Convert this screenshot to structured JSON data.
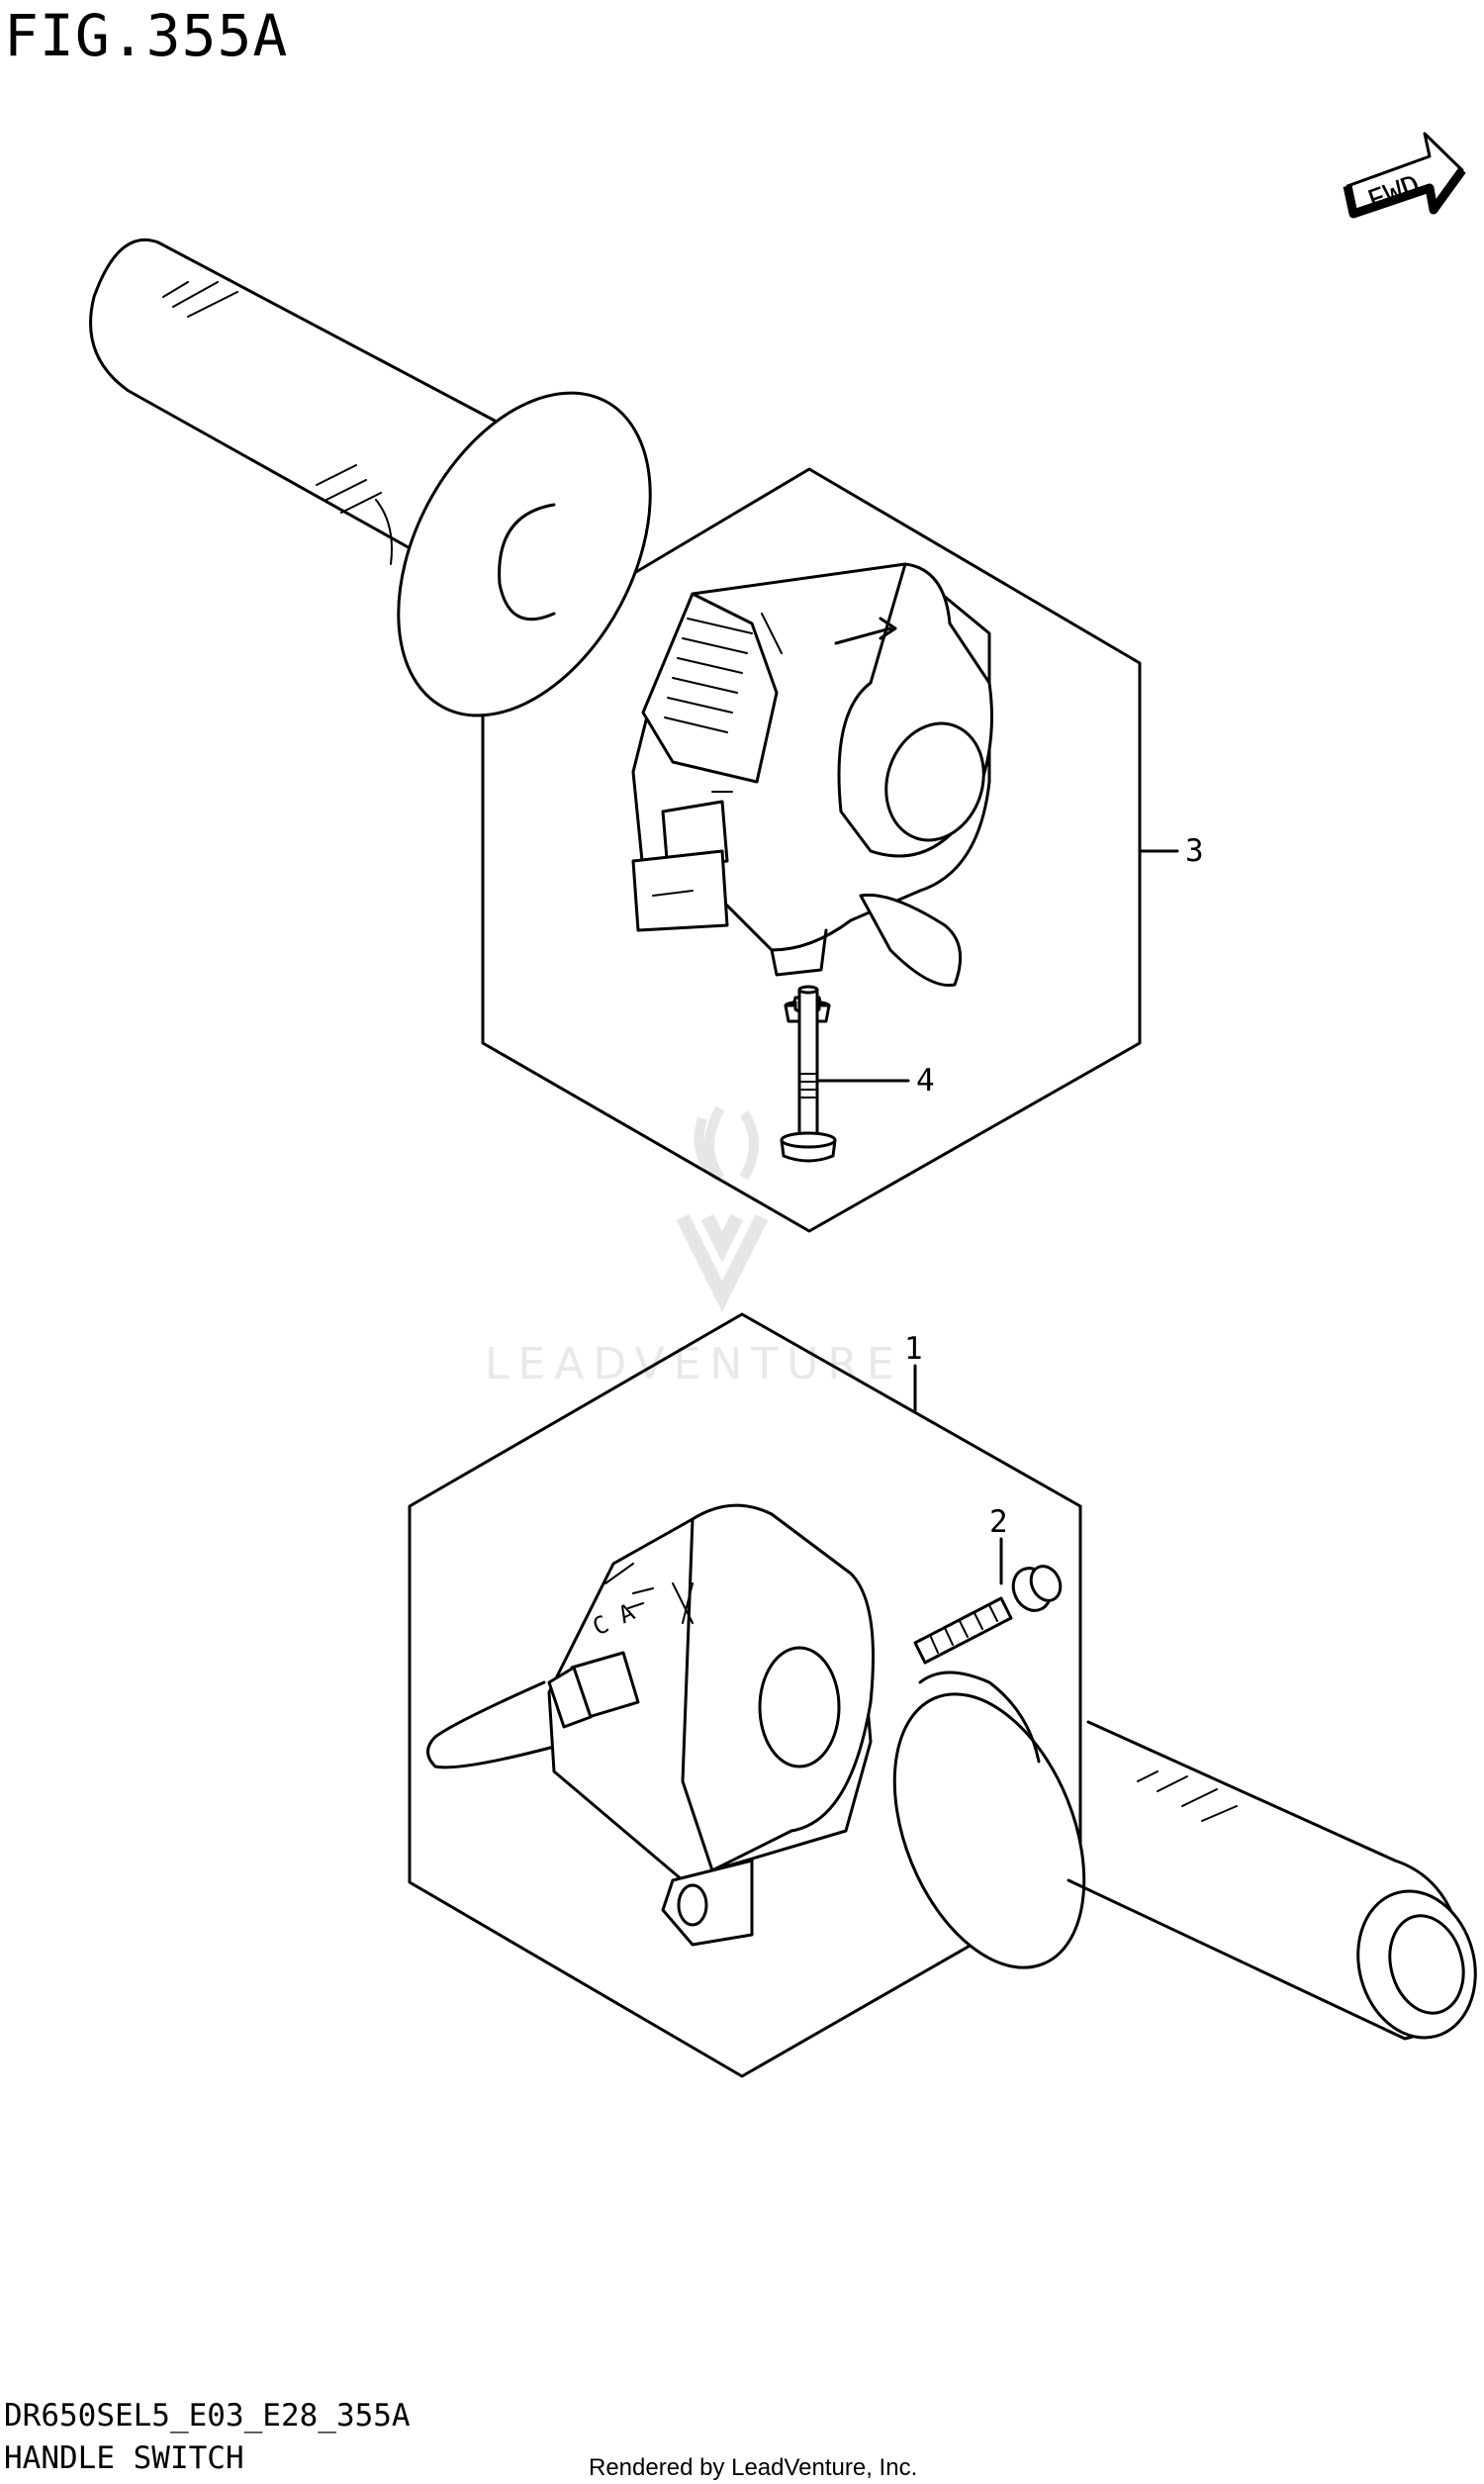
{
  "figure": {
    "title": "FIG.355A",
    "code": "DR650SEL5_E03_E28_355A",
    "name": "HANDLE SWITCH"
  },
  "credit": "Rendered by LeadVenture, Inc.",
  "watermark": "LEADVENTURE",
  "fwd_marker": "FWD",
  "callouts": [
    "1",
    "2",
    "3",
    "4"
  ],
  "switch_markings": {
    "right_switch": "C A"
  }
}
